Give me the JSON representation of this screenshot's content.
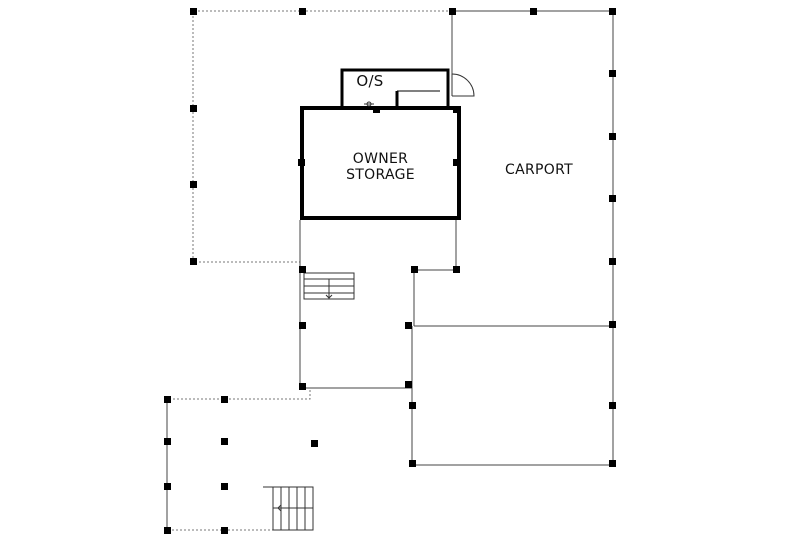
{
  "rooms": {
    "os": "O/S",
    "owner_storage_line1": "OWNER",
    "owner_storage_line2": "STORAGE",
    "carport": "CARPORT"
  },
  "colors": {
    "wall": "#000000",
    "thin_line": "#555555",
    "dashed_line": "#777777",
    "background": "#ffffff"
  },
  "icons": {
    "door": "door-swing-icon",
    "stairs": "stairs-icon",
    "fixture": "fixture-icon"
  }
}
